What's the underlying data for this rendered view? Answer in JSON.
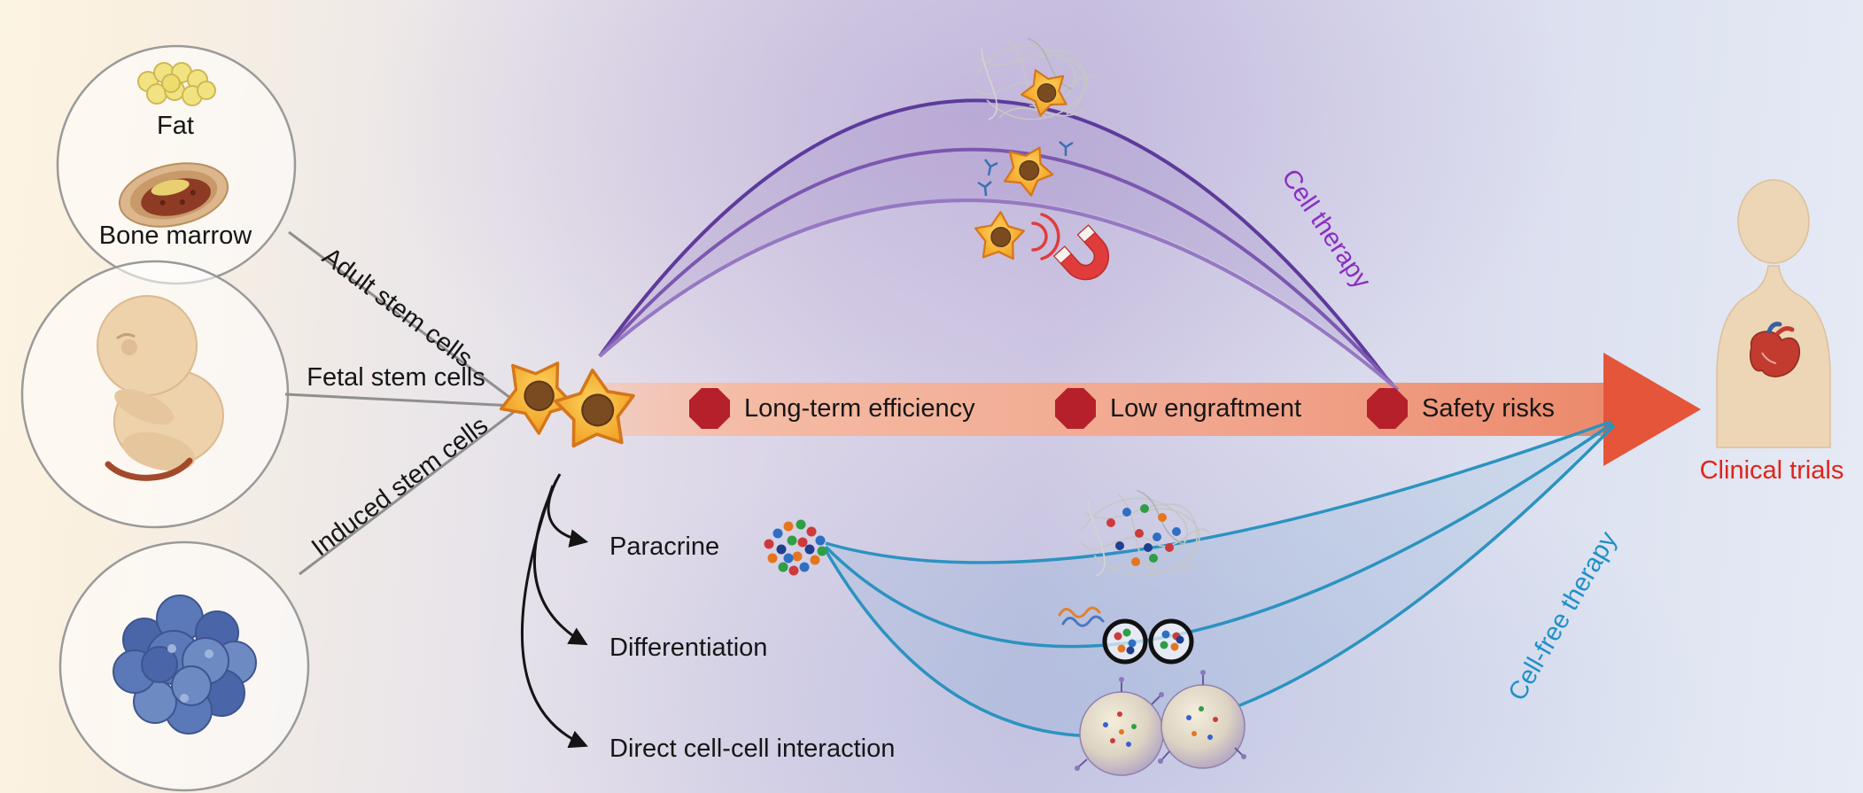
{
  "sources": {
    "fat": "Fat",
    "bone_marrow": "Bone marrow",
    "adult": "Adult stem cells",
    "fetal": "Fetal stem cells",
    "induced": "Induced stem cells"
  },
  "pathway": {
    "obstacles": [
      "Long-term efficiency",
      "Low engraftment",
      "Safety risks"
    ],
    "cell_therapy": "Cell therapy",
    "cell_free_therapy": "Cell-free therapy",
    "clinical_trials": "Clinical trials"
  },
  "mechanisms": [
    "Paracrine",
    "Differentiation",
    "Direct cell-cell interaction"
  ],
  "icons": {
    "fat-icon": "cluster of yellow adipocytes",
    "bone-marrow-icon": "bone cross-section with red marrow",
    "fetus-icon": "curled fetus",
    "induced-cells-icon": "cluster of blue induced pluripotent cells",
    "stem-cell-icon": "spiky orange mesenchymal stem cells with brown nuclei",
    "stop-sign-icon": "red octagon obstacle marker",
    "magnet-icon": "red horseshoe magnet with attraction waves",
    "scaffold-icon": "fibrous grey scaffold mesh",
    "secretome-icon": "cluster of multicoloured secreted-factor dots",
    "exosome-icon": "two black-rimmed exosome vesicles with cargo dots",
    "vesicle-icon": "two large speckled extracellular vesicles",
    "human-figure-icon": "human head and torso with heart",
    "arrow-band-icon": "red rightward translational pathway arrow"
  },
  "colors": {
    "cell_therapy_text": "#8b2fc0",
    "cell_free_therapy_text": "#2090c8",
    "clinical_trials_text": "#e0241b",
    "arrow_band": "#f2a894",
    "arrow_head": "#e4553a",
    "stop_sign": "#b5202a",
    "purple_arcs": [
      "#5d3a9b",
      "#7b57b0",
      "#9678c2"
    ],
    "blue_curves": "#2b93c0"
  }
}
